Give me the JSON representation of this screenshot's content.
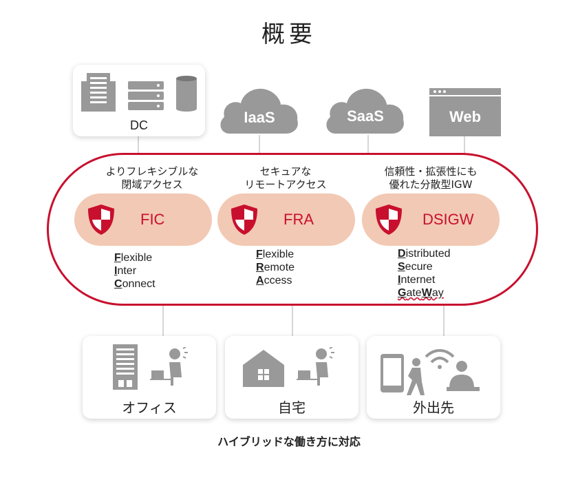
{
  "title": "概要",
  "top": {
    "dc_label": "DC",
    "iaas_label": "IaaS",
    "saas_label": "SaaS",
    "web_label": "Web"
  },
  "services": [
    {
      "desc_line1": "よりフレキシブルな",
      "desc_line2": "閉域アクセス",
      "label": "FIC",
      "acronym": [
        {
          "initial": "F",
          "rest": "lexible"
        },
        {
          "initial": "I",
          "rest": "nter"
        },
        {
          "initial": "C",
          "rest": "onnect"
        }
      ]
    },
    {
      "desc_line1": "セキュアな",
      "desc_line2": "リモートアクセス",
      "label": "FRA",
      "acronym": [
        {
          "initial": "F",
          "rest": "lexible"
        },
        {
          "initial": "R",
          "rest": "emote"
        },
        {
          "initial": "A",
          "rest": "ccess"
        }
      ]
    },
    {
      "desc_line1": "信頼性・拡張性にも",
      "desc_line2": "優れた分散型IGW",
      "label": "DSIGW",
      "acronym": [
        {
          "initial": "D",
          "rest": "istributed"
        },
        {
          "initial": "S",
          "rest": "ecure"
        },
        {
          "initial": "I",
          "rest": "nternet"
        },
        {
          "initial": "G",
          "rest": "ate",
          "initial2": "W",
          "rest2": "ay"
        }
      ]
    }
  ],
  "locations": {
    "office": "オフィス",
    "home": "自宅",
    "outside": "外出先"
  },
  "footer": "ハイブリッドな働き方に対応",
  "colors": {
    "accent": "#c8102e",
    "pill": "#f2c9b4",
    "icon_gray": "#999999",
    "line_gray": "#d6d6d6"
  }
}
